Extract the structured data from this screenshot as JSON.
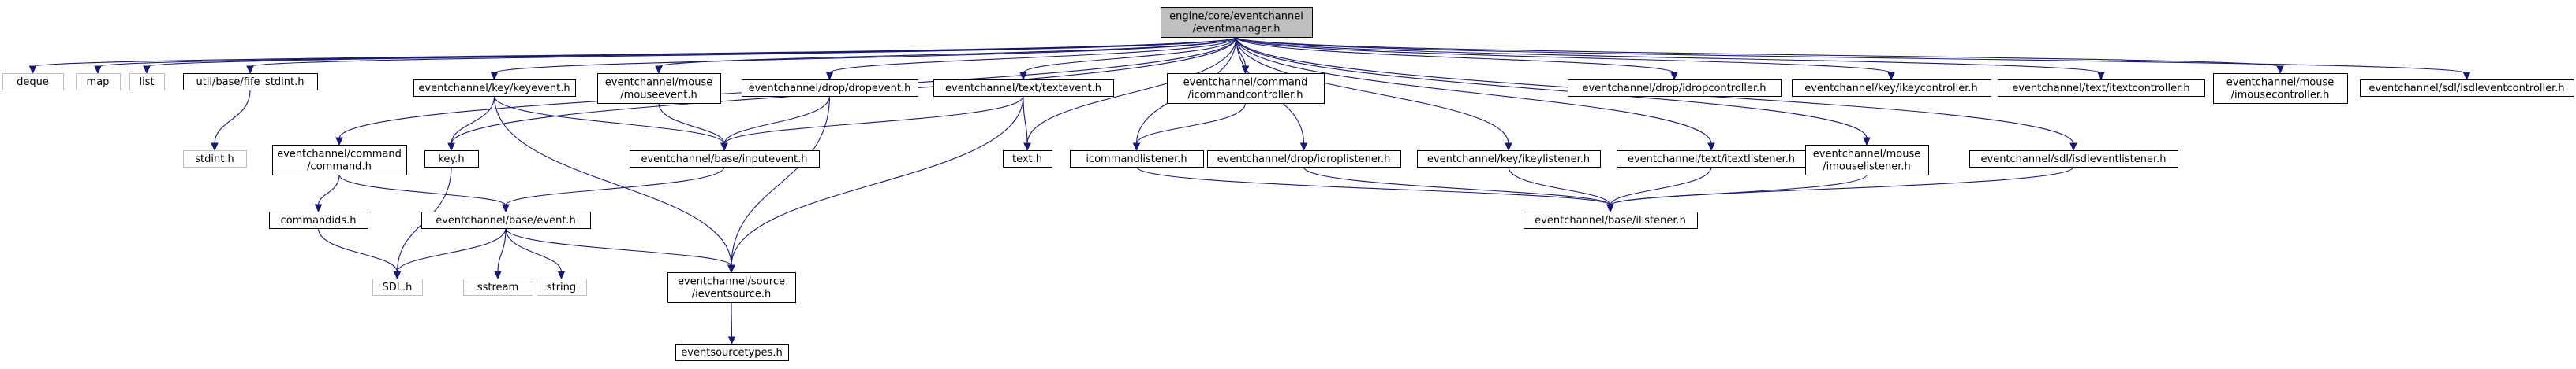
{
  "graph": {
    "colors": {
      "edge": "#191970",
      "root_fill": "#bfbfbf",
      "external_border": "#bfbfbf",
      "node_border": "#000000"
    },
    "nodes": [
      {
        "id": "root",
        "lines": [
          "engine/core/eventchannel",
          "/eventmanager.h"
        ],
        "kind": "root"
      },
      {
        "id": "deque",
        "lines": [
          "deque"
        ],
        "kind": "external"
      },
      {
        "id": "map",
        "lines": [
          "map"
        ],
        "kind": "external"
      },
      {
        "id": "list",
        "lines": [
          "list"
        ],
        "kind": "external"
      },
      {
        "id": "fife_stdint",
        "lines": [
          "util/base/fife_stdint.h"
        ],
        "kind": "file"
      },
      {
        "id": "stdint",
        "lines": [
          "stdint.h"
        ],
        "kind": "external"
      },
      {
        "id": "command",
        "lines": [
          "eventchannel/command",
          "/command.h"
        ],
        "kind": "file"
      },
      {
        "id": "commandids",
        "lines": [
          "commandids.h"
        ],
        "kind": "file"
      },
      {
        "id": "key",
        "lines": [
          "key.h"
        ],
        "kind": "file"
      },
      {
        "id": "keyevent",
        "lines": [
          "eventchannel/key/keyevent.h"
        ],
        "kind": "file"
      },
      {
        "id": "mouseevent",
        "lines": [
          "eventchannel/mouse",
          "/mouseevent.h"
        ],
        "kind": "file"
      },
      {
        "id": "dropevent",
        "lines": [
          "eventchannel/drop/dropevent.h"
        ],
        "kind": "file"
      },
      {
        "id": "textevent",
        "lines": [
          "eventchannel/text/textevent.h"
        ],
        "kind": "file"
      },
      {
        "id": "inputevent",
        "lines": [
          "eventchannel/base/inputevent.h"
        ],
        "kind": "file"
      },
      {
        "id": "event",
        "lines": [
          "eventchannel/base/event.h"
        ],
        "kind": "file"
      },
      {
        "id": "sdl",
        "lines": [
          "SDL.h"
        ],
        "kind": "external"
      },
      {
        "id": "sstream",
        "lines": [
          "sstream"
        ],
        "kind": "external"
      },
      {
        "id": "string",
        "lines": [
          "string"
        ],
        "kind": "external"
      },
      {
        "id": "ieventsource",
        "lines": [
          "eventchannel/source",
          "/ieventsource.h"
        ],
        "kind": "file"
      },
      {
        "id": "eventsourcetypes",
        "lines": [
          "eventsourcetypes.h"
        ],
        "kind": "file"
      },
      {
        "id": "text",
        "lines": [
          "text.h"
        ],
        "kind": "file"
      },
      {
        "id": "icommandcontroller",
        "lines": [
          "eventchannel/command",
          "/icommandcontroller.h"
        ],
        "kind": "file"
      },
      {
        "id": "icommandlistener",
        "lines": [
          "icommandlistener.h"
        ],
        "kind": "file"
      },
      {
        "id": "idroplistener",
        "lines": [
          "eventchannel/drop/idroplistener.h"
        ],
        "kind": "file"
      },
      {
        "id": "ikeylistener",
        "lines": [
          "eventchannel/key/ikeylistener.h"
        ],
        "kind": "file"
      },
      {
        "id": "itextlistener",
        "lines": [
          "eventchannel/text/itextlistener.h"
        ],
        "kind": "file"
      },
      {
        "id": "imouselistener",
        "lines": [
          "eventchannel/mouse",
          "/imouselistener.h"
        ],
        "kind": "file"
      },
      {
        "id": "isdleventlistener",
        "lines": [
          "eventchannel/sdl/isdleventlistener.h"
        ],
        "kind": "file"
      },
      {
        "id": "ilistener",
        "lines": [
          "eventchannel/base/ilistener.h"
        ],
        "kind": "file"
      },
      {
        "id": "idropcontroller",
        "lines": [
          "eventchannel/drop/idropcontroller.h"
        ],
        "kind": "file"
      },
      {
        "id": "ikeycontroller",
        "lines": [
          "eventchannel/key/ikeycontroller.h"
        ],
        "kind": "file"
      },
      {
        "id": "itextcontroller",
        "lines": [
          "eventchannel/text/itextcontroller.h"
        ],
        "kind": "file"
      },
      {
        "id": "imousecontroller",
        "lines": [
          "eventchannel/mouse",
          "/imousecontroller.h"
        ],
        "kind": "file"
      },
      {
        "id": "isdleventcontroller",
        "lines": [
          "eventchannel/sdl/isdleventcontroller.h"
        ],
        "kind": "file"
      }
    ],
    "edges": [
      [
        "root",
        "deque"
      ],
      [
        "root",
        "map"
      ],
      [
        "root",
        "list"
      ],
      [
        "root",
        "fife_stdint"
      ],
      [
        "root",
        "command"
      ],
      [
        "root",
        "key"
      ],
      [
        "root",
        "keyevent"
      ],
      [
        "root",
        "mouseevent"
      ],
      [
        "root",
        "dropevent"
      ],
      [
        "root",
        "textevent"
      ],
      [
        "root",
        "text"
      ],
      [
        "root",
        "icommandcontroller"
      ],
      [
        "root",
        "icommandlistener"
      ],
      [
        "root",
        "idroplistener"
      ],
      [
        "root",
        "ikeylistener"
      ],
      [
        "root",
        "itextlistener"
      ],
      [
        "root",
        "imouselistener"
      ],
      [
        "root",
        "isdleventlistener"
      ],
      [
        "root",
        "idropcontroller"
      ],
      [
        "root",
        "ikeycontroller"
      ],
      [
        "root",
        "itextcontroller"
      ],
      [
        "root",
        "imousecontroller"
      ],
      [
        "root",
        "isdleventcontroller"
      ],
      [
        "fife_stdint",
        "stdint"
      ],
      [
        "command",
        "commandids"
      ],
      [
        "command",
        "event"
      ],
      [
        "commandids",
        "sdl"
      ],
      [
        "key",
        "sdl"
      ],
      [
        "keyevent",
        "key"
      ],
      [
        "keyevent",
        "inputevent"
      ],
      [
        "keyevent",
        "ieventsource"
      ],
      [
        "mouseevent",
        "inputevent"
      ],
      [
        "dropevent",
        "inputevent"
      ],
      [
        "dropevent",
        "ieventsource"
      ],
      [
        "textevent",
        "inputevent"
      ],
      [
        "textevent",
        "text"
      ],
      [
        "textevent",
        "ieventsource"
      ],
      [
        "inputevent",
        "event"
      ],
      [
        "event",
        "sdl"
      ],
      [
        "event",
        "sstream"
      ],
      [
        "event",
        "string"
      ],
      [
        "event",
        "ieventsource"
      ],
      [
        "ieventsource",
        "eventsourcetypes"
      ],
      [
        "icommandcontroller",
        "icommandlistener"
      ],
      [
        "icommandlistener",
        "ilistener"
      ],
      [
        "idroplistener",
        "ilistener"
      ],
      [
        "ikeylistener",
        "ilistener"
      ],
      [
        "itextlistener",
        "ilistener"
      ],
      [
        "imouselistener",
        "ilistener"
      ],
      [
        "isdleventlistener",
        "ilistener"
      ]
    ]
  }
}
